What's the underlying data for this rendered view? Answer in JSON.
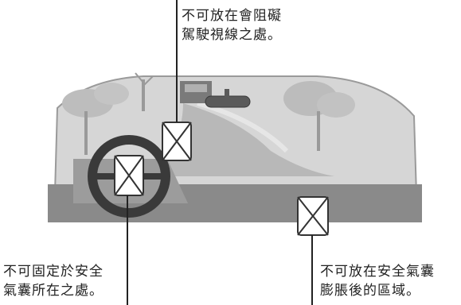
{
  "captions": {
    "top": [
      "不可放在會阻礙",
      "駕駛視線之處。"
    ],
    "left": [
      "不可固定於安全",
      "氣囊所在之處。"
    ],
    "right": [
      "不可放在安全氣囊",
      "膨脹後的區域。"
    ]
  },
  "icons": {
    "placement": "prohibited-device-icon",
    "wheel": "steering-wheel-icon",
    "mirror": "rearview-mirror-icon"
  },
  "colors": {
    "sky": "#d6d6d6",
    "road": "#b8b8b8",
    "dashboard": "#8a8a8a",
    "wheel": "#3a3a3a",
    "line": "#222222"
  }
}
